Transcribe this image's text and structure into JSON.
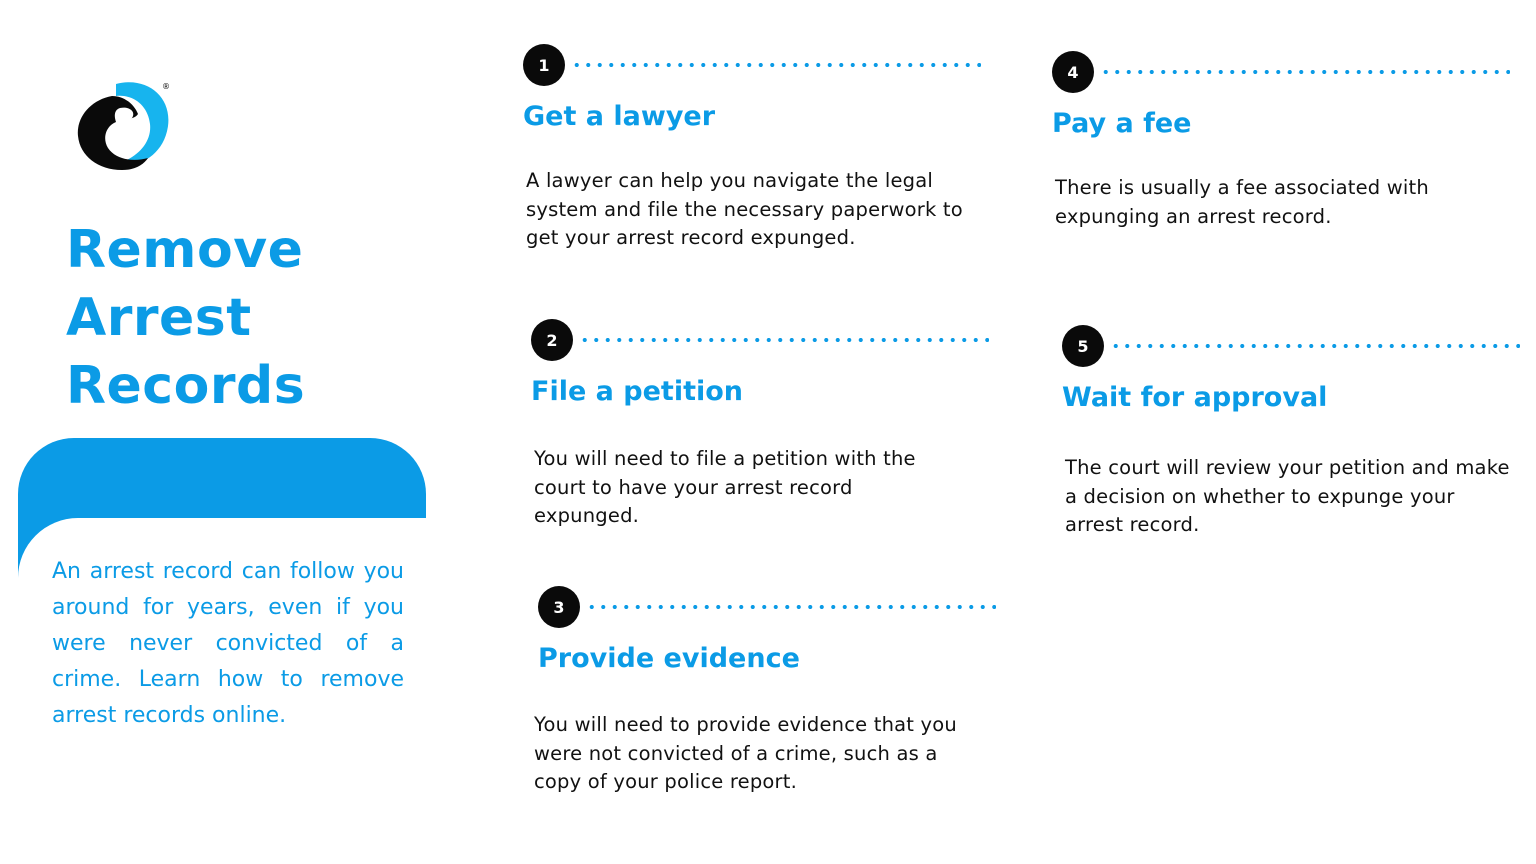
{
  "brand": {
    "accent_color": "#0b9be6",
    "logo_icon": "brand-logo-icon",
    "registered_mark": "®"
  },
  "hero": {
    "title_lines": [
      "Remove",
      "Arrest",
      "Records"
    ],
    "intro": "An arrest record can follow you around for years, even if you were never convicted of a crime. Learn how to remove arrest records online."
  },
  "steps": [
    {
      "number": "1",
      "title": "Get a lawyer",
      "description": "A lawyer can help you navigate the legal system and file the necessary paperwork to get your arrest record expunged."
    },
    {
      "number": "2",
      "title": "File a petition",
      "description": "You will need to file a petition with the court to have your arrest record expunged."
    },
    {
      "number": "3",
      "title": "Provide evidence",
      "description": "You will need to provide evidence that you were not convicted of a crime, such as a copy of your police report."
    },
    {
      "number": "4",
      "title": "Pay a fee",
      "description": "There is usually a fee associated with expunging an arrest record."
    },
    {
      "number": "5",
      "title": "Wait for approval",
      "description": "The court will review your petition and make a decision on whether to expunge your arrest record."
    }
  ]
}
